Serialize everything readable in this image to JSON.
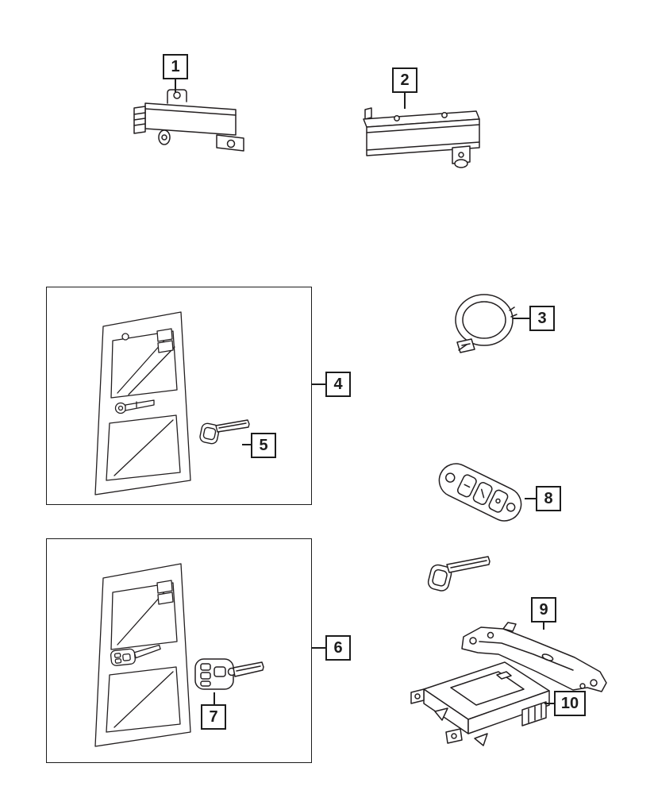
{
  "colors": {
    "background": "#ffffff",
    "ink": "#231f20"
  },
  "callouts": [
    {
      "label": "1"
    },
    {
      "label": "2"
    },
    {
      "label": "3"
    },
    {
      "label": "4"
    },
    {
      "label": "5"
    },
    {
      "label": "6"
    },
    {
      "label": "7"
    },
    {
      "label": "8"
    },
    {
      "label": "9"
    },
    {
      "label": "10"
    }
  ]
}
